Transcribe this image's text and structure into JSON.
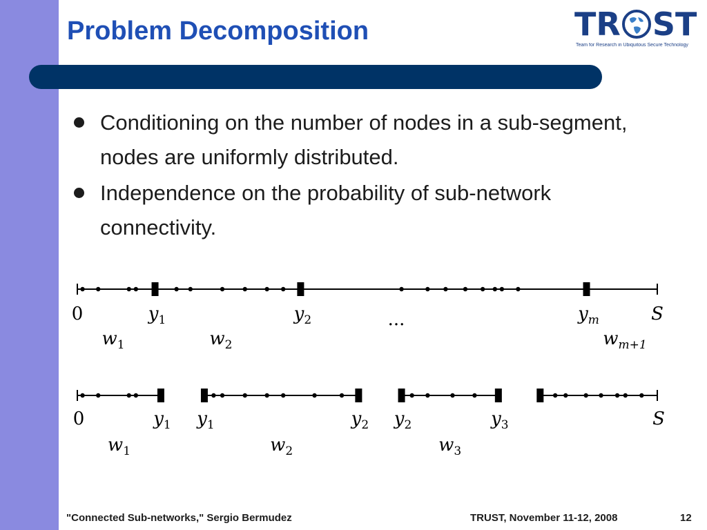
{
  "colors": {
    "sidebar": "#8a8ae0",
    "title": "#1f4fb5",
    "title_bar": "#003366",
    "text": "#1c1c1c",
    "logo_navy": "#1b3f86",
    "logo_blue": "#3a7fc8",
    "diagram": "#000000"
  },
  "slide": {
    "title": "Problem Decomposition",
    "bullets": [
      "Conditioning on the number of nodes in a sub-segment, nodes are uniformly distributed.",
      "Independence on the probability of sub-network connectivity."
    ]
  },
  "logo": {
    "letters": [
      "TR",
      "ST"
    ],
    "globe_icon": "globe-icon",
    "tagline": "Team for Research in Ubiquitous Secure Technology"
  },
  "diagram": {
    "top_line": {
      "segment": [
        0,
        100
      ],
      "nodes": [
        0.9,
        3.6,
        8.9,
        10.1,
        17.1,
        19.5,
        25.0,
        28.9,
        32.7,
        35.5,
        55.9,
        60.4,
        63.5,
        66.9,
        69.9,
        72.0,
        73.2,
        76.0
      ],
      "separators": [
        {
          "x": 13.4,
          "label": "y1"
        },
        {
          "x": 38.5,
          "label": "y2"
        },
        {
          "x": 87.8,
          "label": "ym"
        }
      ],
      "end_labels": {
        "start": "0",
        "end": "S"
      },
      "width_labels": [
        "w1",
        "w2",
        "wm+1"
      ],
      "ellipsis": "···"
    },
    "bottom_line": {
      "segments": [
        {
          "range": [
            0,
            14.4
          ],
          "nodes": [
            0.9,
            3.6,
            8.9,
            10.1
          ],
          "left": "0",
          "right": "y1",
          "width_label": "w1"
        },
        {
          "range": [
            21.9,
            48.5
          ],
          "nodes": [
            23.5,
            25.0,
            28.9,
            32.7,
            35.5,
            40.9,
            45.6
          ],
          "left": "y1",
          "right": "y2",
          "width_label": "w2"
        },
        {
          "range": [
            55.9,
            72.6
          ],
          "nodes": [
            57.7,
            60.4,
            64.7,
            68.5
          ],
          "left": "y2",
          "right": "y3",
          "width_label": "w3"
        },
        {
          "range": [
            79.8,
            100
          ],
          "nodes": [
            82.4,
            84.2,
            87.7,
            90.3,
            93.1,
            94.5,
            97.3
          ],
          "left": "",
          "right": "S",
          "width_label": ""
        }
      ]
    }
  },
  "footer": {
    "left": "\"Connected Sub-networks,\" Sergio Bermudez",
    "center": "TRUST, November 11-12, 2008",
    "page": "12"
  }
}
